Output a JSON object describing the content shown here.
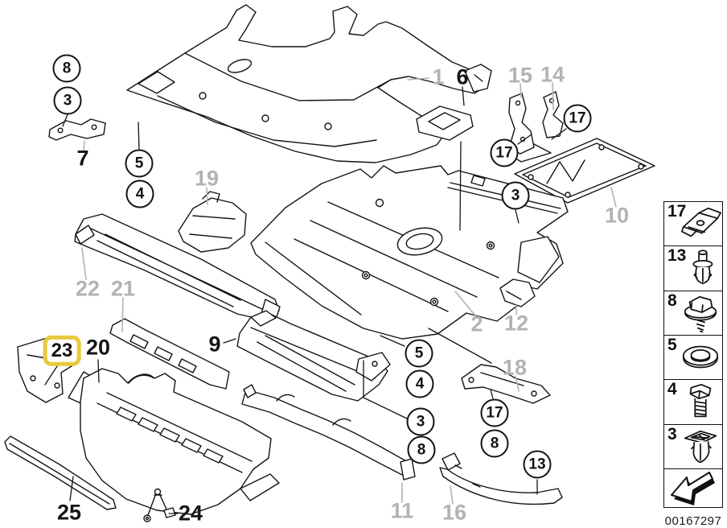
{
  "diagram": {
    "document_number": "00167297",
    "highlighted_part": "23",
    "colors": {
      "line": "#141414",
      "gray_label": "#b3b3b3",
      "highlight_yellow": "#e9c93b"
    },
    "callouts": {
      "circled": [
        {
          "label": "8"
        },
        {
          "label": "3"
        },
        {
          "label": "5"
        },
        {
          "label": "4"
        },
        {
          "label": "17"
        },
        {
          "label": "17"
        },
        {
          "label": "3"
        },
        {
          "label": "5"
        },
        {
          "label": "4"
        },
        {
          "label": "3"
        },
        {
          "label": "8"
        },
        {
          "label": "17"
        },
        {
          "label": "8"
        },
        {
          "label": "13"
        }
      ],
      "plain_black": [
        {
          "label": "7"
        },
        {
          "label": "6"
        },
        {
          "label": "9"
        },
        {
          "label": "20"
        },
        {
          "label": "25"
        },
        {
          "label": "24"
        }
      ],
      "plain_gray": [
        {
          "label": "1"
        },
        {
          "label": "15"
        },
        {
          "label": "14"
        },
        {
          "label": "19"
        },
        {
          "label": "22"
        },
        {
          "label": "21"
        },
        {
          "label": "10"
        },
        {
          "label": "2"
        },
        {
          "label": "12"
        },
        {
          "label": "18"
        },
        {
          "label": "11"
        },
        {
          "label": "16"
        }
      ],
      "highlighted": [
        {
          "label": "23"
        }
      ]
    },
    "legend": {
      "items": [
        {
          "label": "17",
          "icon": "clip-nut-icon"
        },
        {
          "label": "13",
          "icon": "expansion-rivet-icon"
        },
        {
          "label": "8",
          "icon": "screw-washer-icon"
        },
        {
          "label": "5",
          "icon": "washer-icon"
        },
        {
          "label": "4",
          "icon": "hex-bolt-icon"
        },
        {
          "label": "3",
          "icon": "expansion-nut-icon"
        }
      ],
      "direction_arrow_icon": "front-left-arrow-icon"
    }
  }
}
